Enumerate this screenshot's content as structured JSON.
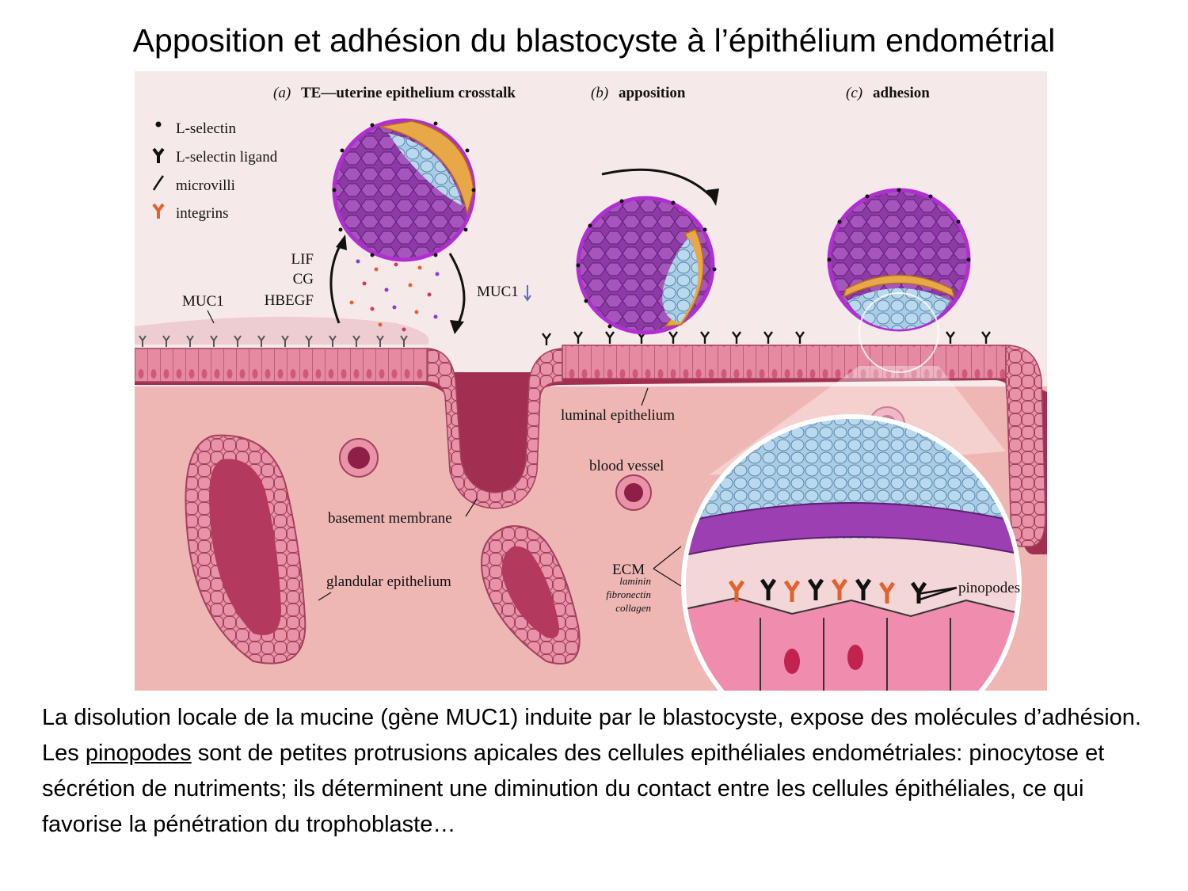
{
  "title": "Apposition et adhésion du blastocyste à l’épithélium endométrial",
  "figure": {
    "panels": [
      {
        "letter": "(a)",
        "label": "TE—uterine epithelium crosstalk"
      },
      {
        "letter": "(b)",
        "label": "apposition"
      },
      {
        "letter": "(c)",
        "label": "adhesion"
      }
    ],
    "legend": [
      {
        "symbol": "dot",
        "label": "L-selectin",
        "color": "#111111"
      },
      {
        "symbol": "Y",
        "label": "L-selectin ligand",
        "color": "#111111"
      },
      {
        "symbol": "curve",
        "label": "microvilli",
        "color": "#111111"
      },
      {
        "symbol": "Y",
        "label": "integrins",
        "color": "#e0622e"
      }
    ],
    "signals": [
      "LIF",
      "CG",
      "HBEGF"
    ],
    "labels": {
      "muc1_left": "MUC1",
      "muc1_right": "MUC1",
      "luminal_epithelium": "luminal epithelium",
      "blood_vessel": "blood vessel",
      "basement_membrane": "basement membrane",
      "glandular_epithelium": "glandular epithelium",
      "ecm": "ECM",
      "laminin": "laminin",
      "fibronectin": "fibronectin",
      "collagen": "collagen",
      "pinopodes": "pinopodes"
    },
    "colors": {
      "background": "#f6e9ea",
      "stroma": "#eeb7b4",
      "epithelium": "#e58aa0",
      "gland_lumen": "#b33a5e",
      "blastocyst": "#9c3fb3",
      "trophectoderm": "#e8a848",
      "inner_cell_mass": "#a9cde6",
      "integrin": "#e0622e"
    }
  },
  "caption": {
    "p1": "La disolution locale de la mucine (gène MUC1) induite par le blastocyste, expose des molécules d’adhésion.",
    "p2_before": "Les ",
    "p2_underlined": "pinopodes",
    "p2_after": " sont de petites protrusions apicales des cellules epithéliales endométriales: pinocytose et sécrétion de nutriments; ils déterminent une diminution du contact entre les cellules épithéliales, ce qui favorise la pénétration du trophoblaste…"
  }
}
